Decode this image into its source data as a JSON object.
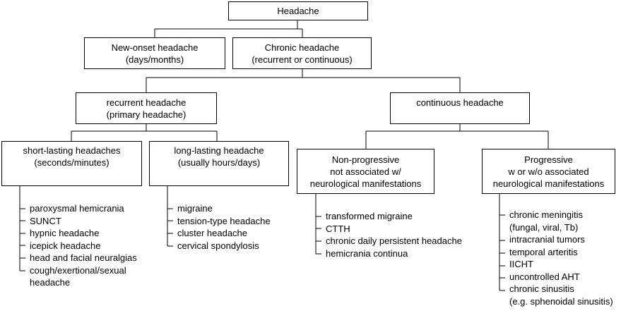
{
  "nodes": {
    "headache": [
      "Headache"
    ],
    "new_onset": [
      "New-onset headache",
      "(days/months)"
    ],
    "chronic": [
      "Chronic headache",
      "(recurrent or continuous)"
    ],
    "recurrent": [
      "recurrent headache",
      "(primary headache)"
    ],
    "continuous": [
      "continuous headache"
    ],
    "short_lasting": [
      "short-lasting headaches",
      "(seconds/minutes)"
    ],
    "long_lasting": [
      "long-lasting headache",
      "(usually hours/days)"
    ],
    "non_progressive": [
      "Non-progressive",
      "not associated w/",
      "neurological manifestations"
    ],
    "progressive": [
      "Progressive",
      "w or w/o associated",
      "neurological manifestations"
    ]
  },
  "lists": {
    "short_lasting": [
      "paroxysmal hemicrania",
      "SUNCT",
      "hypnic headache",
      "icepick headache",
      "head and facial neuralgias",
      "cough/exertional/sexual",
      "headache"
    ],
    "long_lasting": [
      "migraine",
      "tension-type headache",
      "cluster headache",
      "cervical spondylosis"
    ],
    "non_progressive": [
      "transformed migraine",
      "CTTH",
      "chronic daily persistent headache",
      "hemicrania continua"
    ],
    "progressive": [
      "chronic meningitis",
      "(fungal, viral, Tb)",
      "intracranial tumors",
      "temporal arteritis",
      "IICHT",
      "uncontrolled AHT",
      "chronic sinusitis",
      "(e.g. sphenoidal sinusitis)"
    ]
  }
}
